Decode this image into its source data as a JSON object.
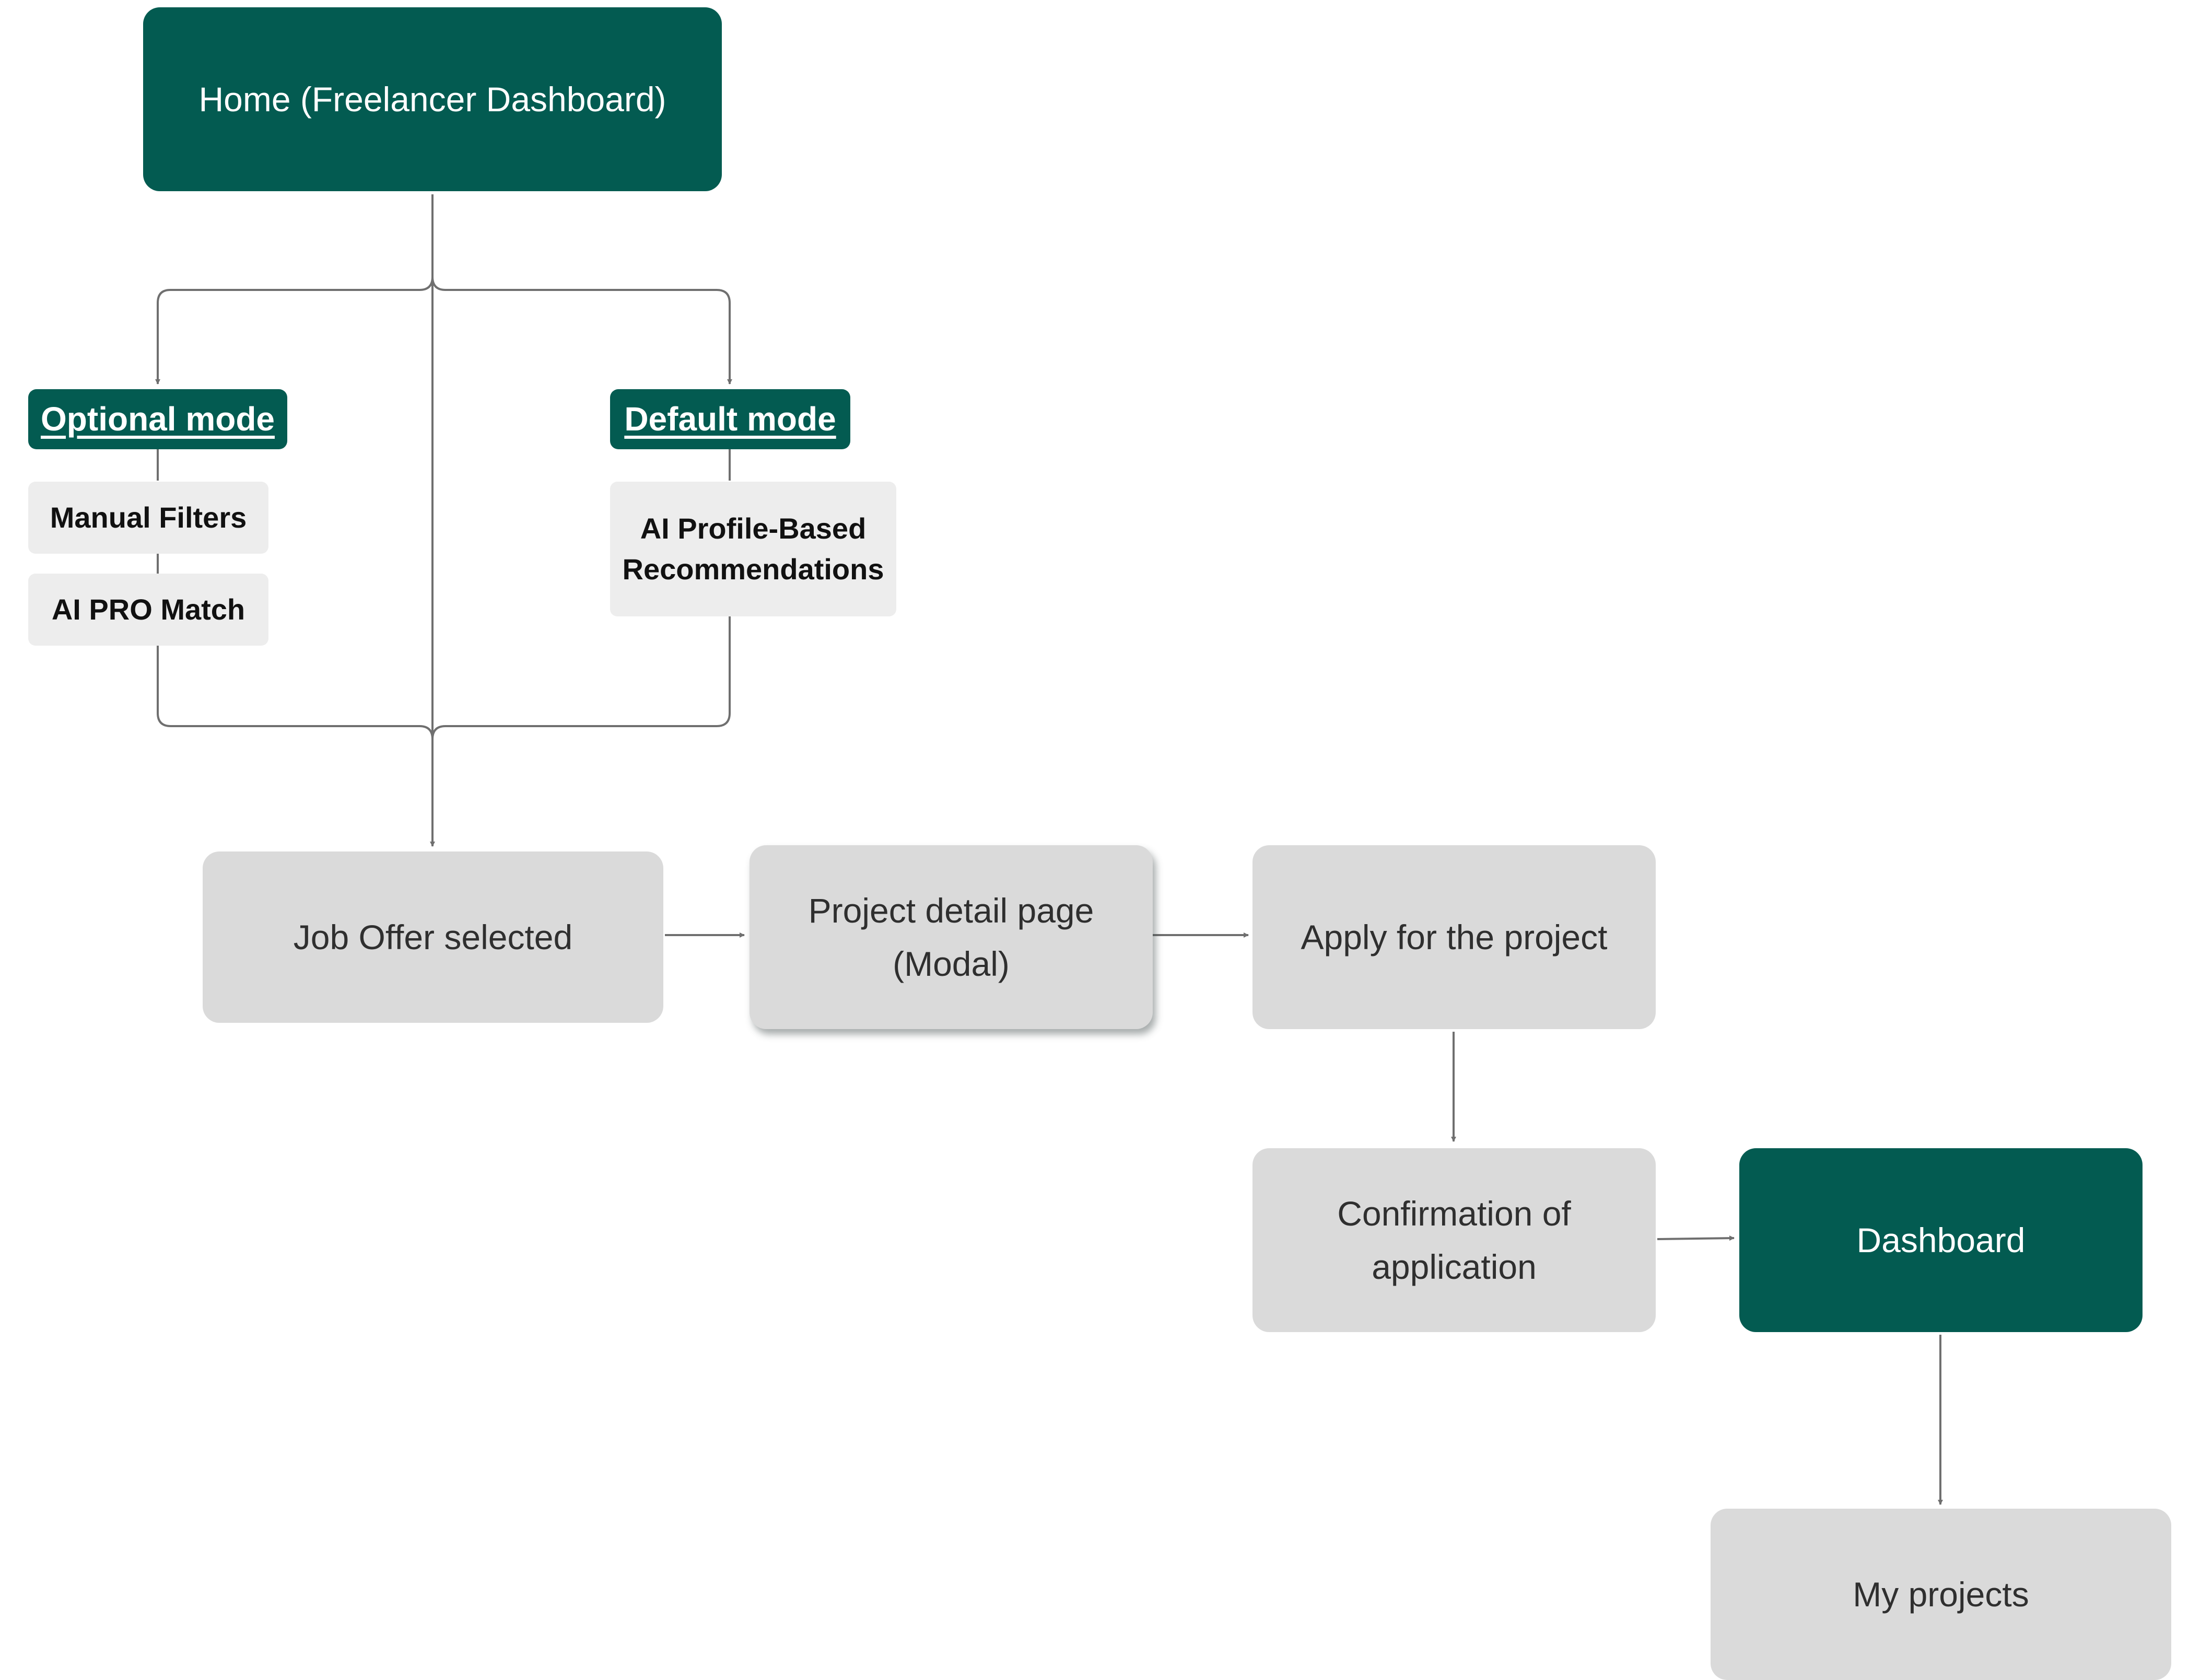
{
  "diagram": {
    "home": "Home  (Freelancer  Dashboard)",
    "optional_mode": "Optional mode",
    "default_mode": "Default mode",
    "manual_filters": "Manual Filters",
    "ai_pro_match": "AI PRO Match",
    "ai_profile_recommendations": "AI Profile-Based\nRecommendations",
    "job_offer_selected": "Job Offer selected",
    "project_detail_page": "Project detail page\n(Modal)",
    "apply_for_project": "Apply for the project",
    "confirmation_of_application": "Confirmation of\napplication",
    "dashboard": "Dashboard",
    "my_projects": "My projects"
  },
  "colors": {
    "primary": "#035b51",
    "box_grey": "#dadada",
    "chip_grey": "#ededed",
    "connector": "#6f6f6f"
  }
}
